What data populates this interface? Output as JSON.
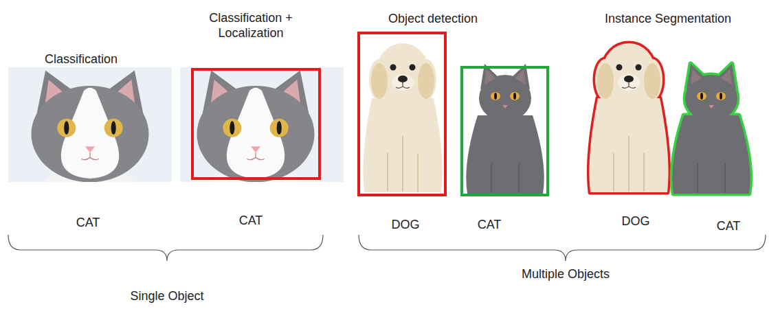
{
  "diagram": {
    "labels": [
      "Classification",
      "Classification + Localization",
      "Object detection",
      "Instance Segmentation",
      "CAT",
      "CAT",
      "DOG",
      "CAT",
      "DOG",
      "CAT",
      "Single Object",
      "Multiple Objects"
    ]
  }
}
